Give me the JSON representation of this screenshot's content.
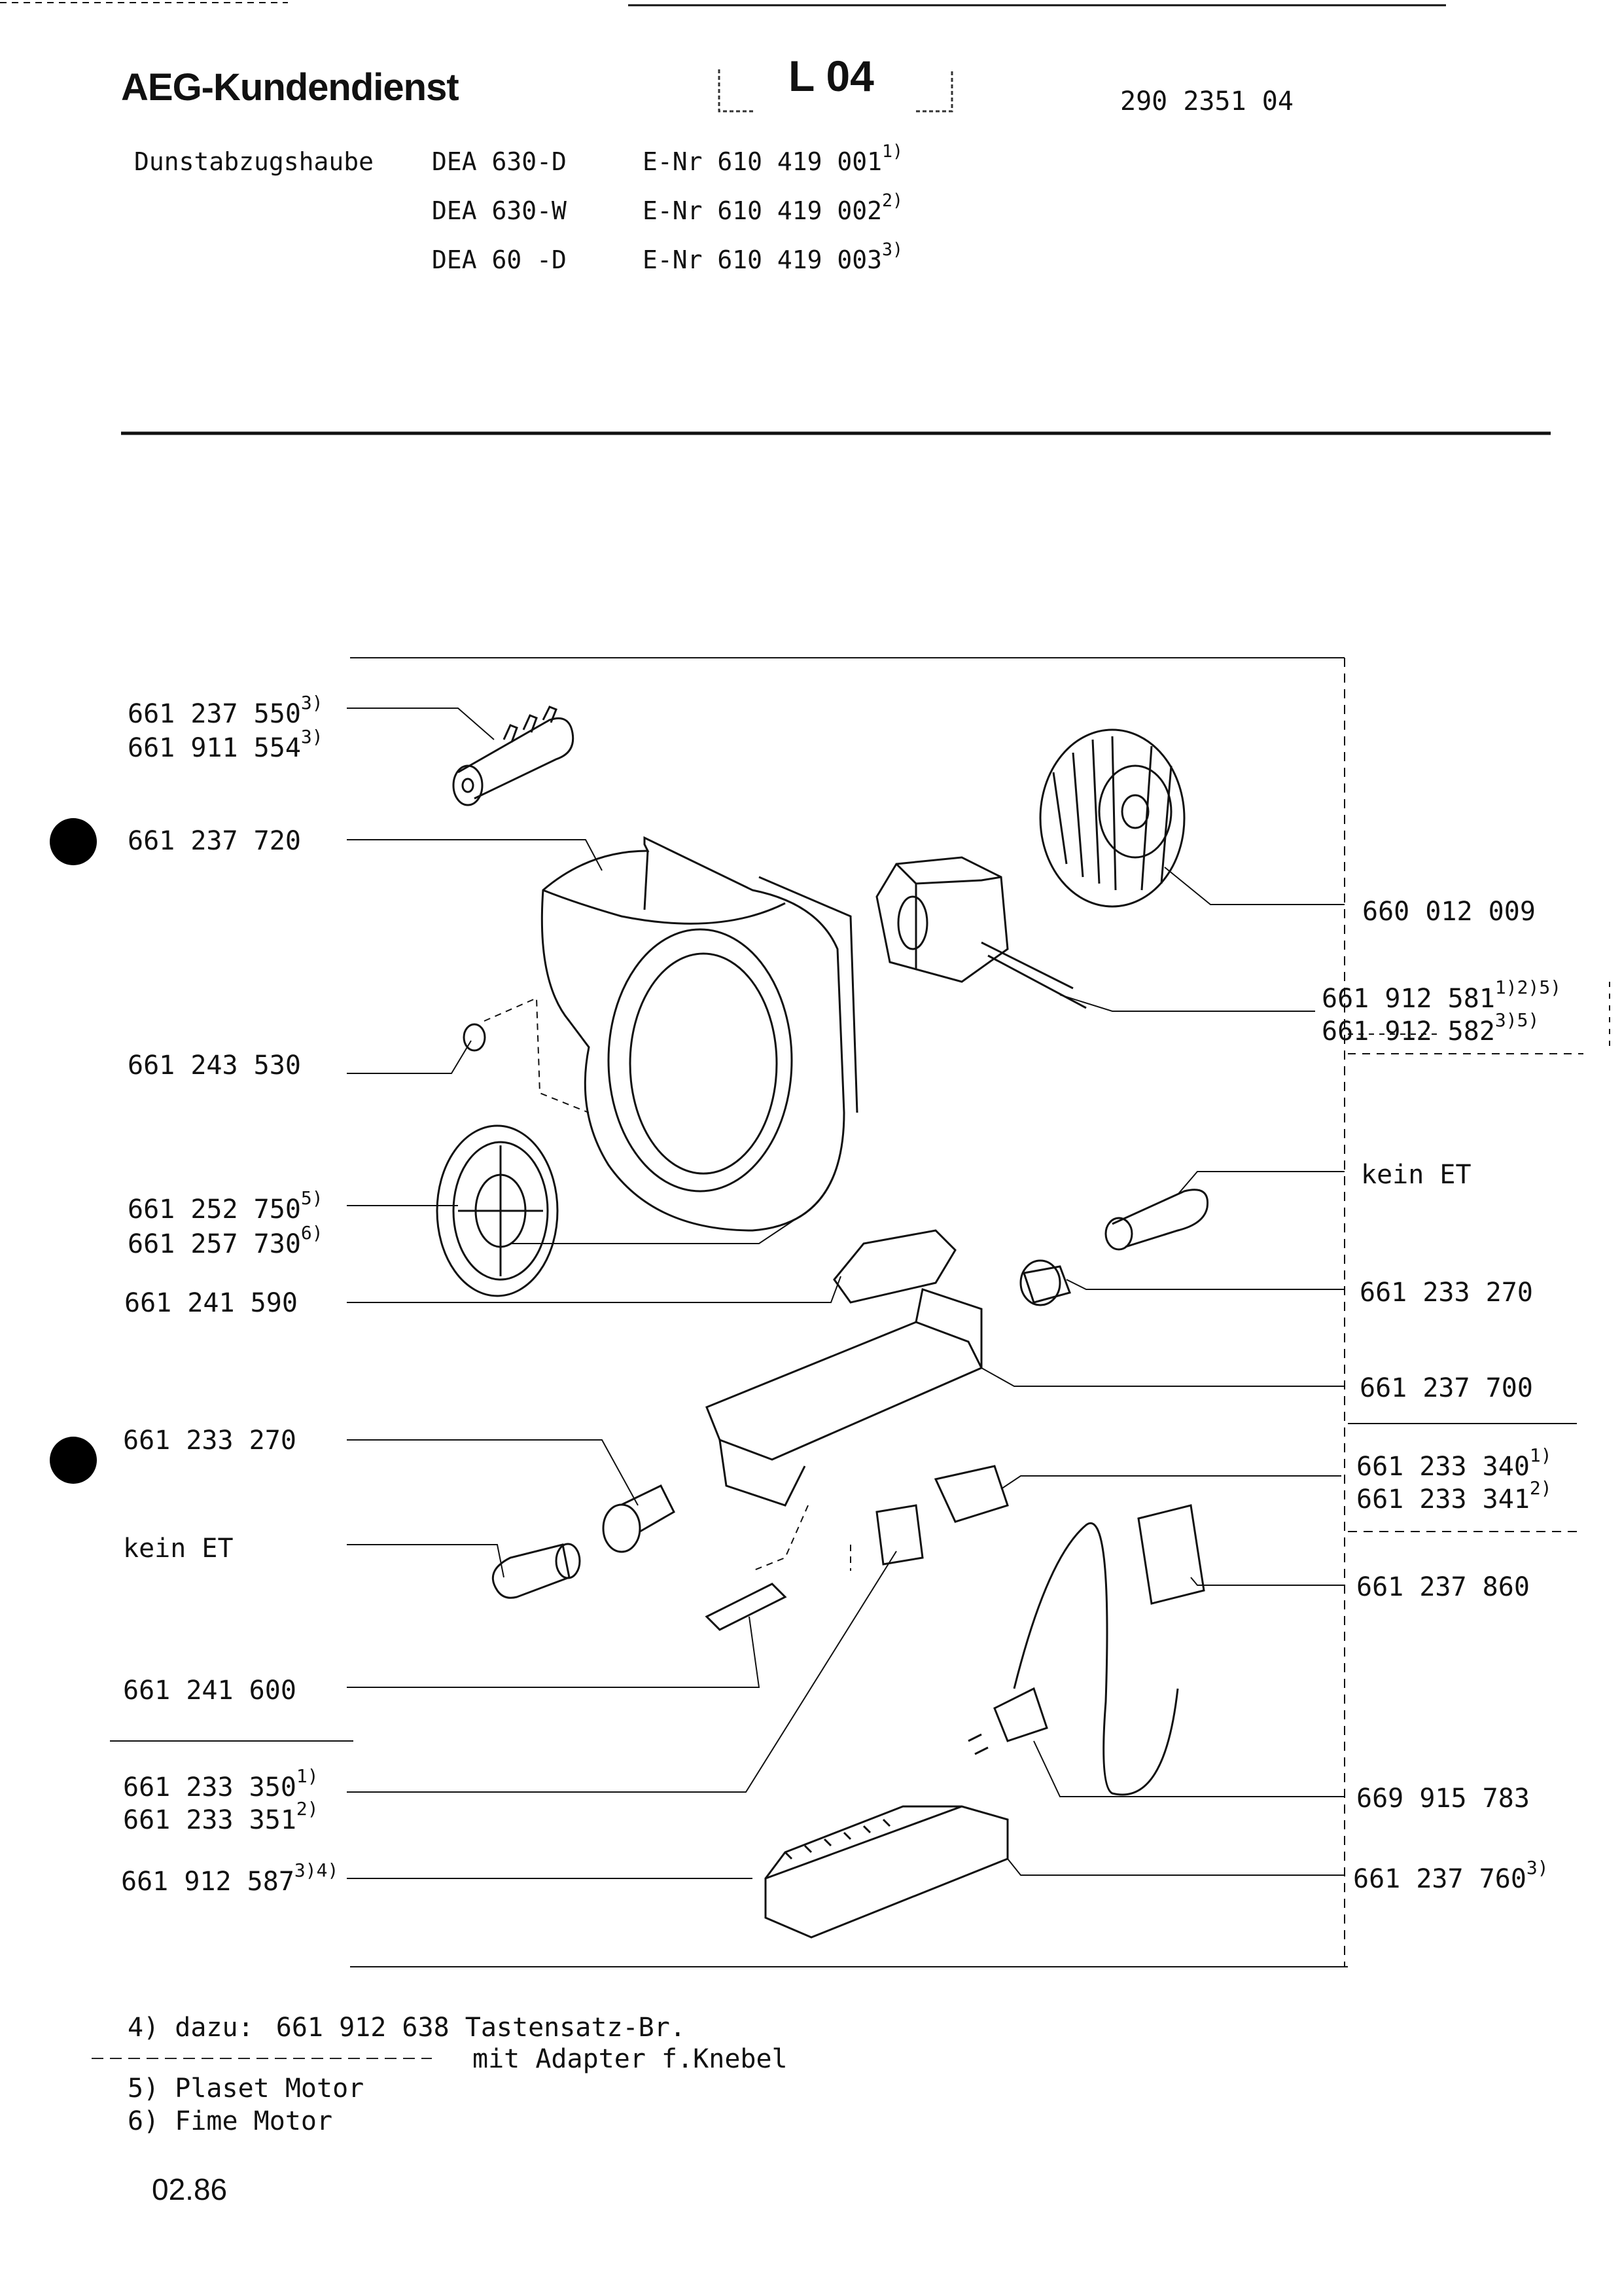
{
  "header": {
    "brand": "AEG-Kundendienst",
    "sheet_code": "L 04",
    "doc_number": "290 2351 04"
  },
  "product": {
    "type": "Dunstabzugshaube",
    "models": [
      {
        "model": "DEA 630-D",
        "enr": "E-Nr 610 419 001",
        "note": "1)"
      },
      {
        "model": "DEA 630-W",
        "enr": "E-Nr 610 419 002",
        "note": "2)"
      },
      {
        "model": "DEA 60 -D",
        "enr": "E-Nr 610 419 003",
        "note": "3)"
      }
    ]
  },
  "parts_left": [
    {
      "num": "661 237 550",
      "note": "3)"
    },
    {
      "num": "661 911 554",
      "note": "3)"
    },
    {
      "num": "661 237 720",
      "note": ""
    },
    {
      "num": "661 243 530",
      "note": ""
    },
    {
      "num": "661 252 750",
      "note": "5)"
    },
    {
      "num": "661 257 730",
      "note": "6)"
    },
    {
      "num": "661 241 590",
      "note": ""
    },
    {
      "num": "661 233 270",
      "note": ""
    },
    {
      "num": "kein ET",
      "note": ""
    },
    {
      "num": "661 241 600",
      "note": ""
    },
    {
      "num": "661 233 350",
      "note": "1)"
    },
    {
      "num": "661 233 351",
      "note": "2)"
    },
    {
      "num": "661 912 587",
      "note": "3)4)"
    }
  ],
  "parts_right": [
    {
      "num": "660 012 009",
      "note": ""
    },
    {
      "num": "661 912 581",
      "note": "1)2)5)"
    },
    {
      "num": "661 912 582",
      "note": "3)5)"
    },
    {
      "num": "kein ET",
      "note": ""
    },
    {
      "num": "661 233 270",
      "note": ""
    },
    {
      "num": "661 237 700",
      "note": ""
    },
    {
      "num": "661 233 340",
      "note": "1)"
    },
    {
      "num": "661 233 341",
      "note": "2)"
    },
    {
      "num": "661 237 860",
      "note": ""
    },
    {
      "num": "669 915 783",
      "note": ""
    },
    {
      "num": "661 237 760",
      "note": "3)"
    }
  ],
  "footnotes": {
    "n4_label": "4) dazu:",
    "n4_line1": "661 912 638 Tastensatz-Br.",
    "n4_line2": "mit Adapter f.Knebel",
    "n5": "5) Plaset Motor",
    "n6": "6) Fime Motor"
  },
  "date": "02.86"
}
